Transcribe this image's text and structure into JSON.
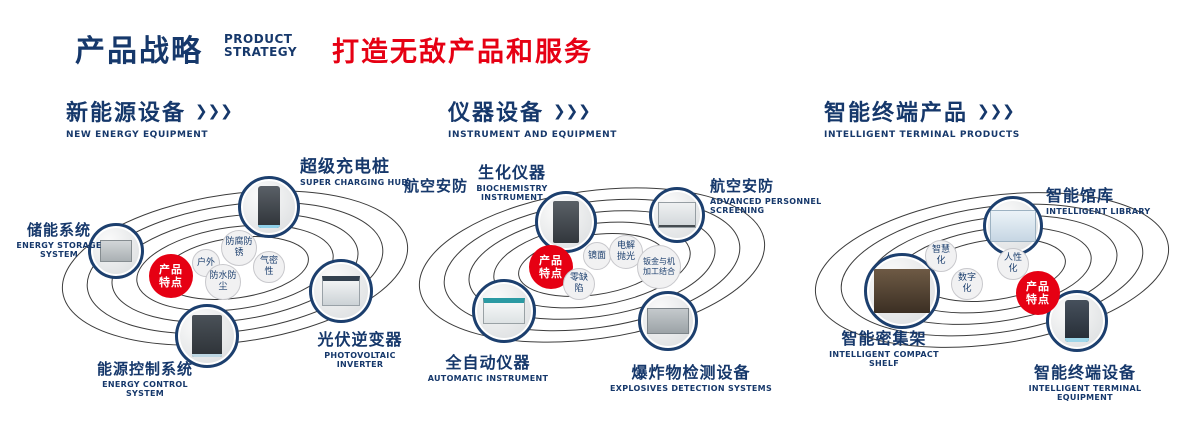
{
  "icons": {
    "chevrons": "❯❯❯"
  },
  "colors": {
    "navy": "#16386b",
    "red": "#e60013"
  },
  "header": {
    "title": "产品战略",
    "subtitle_line1": "PRODUCT",
    "subtitle_line2": "STRATEGY",
    "slogan": "打造无敌产品和服务"
  },
  "sections": [
    {
      "title": "新能源设备",
      "subtitle": "NEW ENERGY EQUIPMENT",
      "badge": {
        "line1": "产品",
        "line2": "特点"
      },
      "features": [
        "户外",
        "防腐防锈",
        "气密性",
        "防水防尘"
      ],
      "products": [
        {
          "name": "储能系统",
          "en": "ENERGY STORAGE SYSTEM"
        },
        {
          "name": "超级充电桩",
          "en": "SUPER CHARGING HUB"
        },
        {
          "name": "光伏逆变器",
          "en": "PHOTOVOLTAIC INVERTER"
        },
        {
          "name": "能源控制系统",
          "en": "ENERGY CONTROL SYSTEM"
        }
      ]
    },
    {
      "title": "仪器设备",
      "subtitle": "INSTRUMENT AND EQUIPMENT",
      "badge": {
        "line1": "产品",
        "line2": "特点"
      },
      "extra_label": "航空安防",
      "features": [
        "镜面",
        "电解抛光",
        "钣金与机加工结合",
        "零缺陷"
      ],
      "products": [
        {
          "name": "生化仪器",
          "en": "BIOCHEMISTRY INSTRUMENT"
        },
        {
          "name": "航空安防",
          "en": "ADVANCED PERSONNEL SCREENING"
        },
        {
          "name": "全自动仪器",
          "en": "AUTOMATIC INSTRUMENT"
        },
        {
          "name": "爆炸物检测设备",
          "en": "EXPLOSIVES DETECTION SYSTEMS"
        }
      ]
    },
    {
      "title": "智能终端产品",
      "subtitle": "INTELLIGENT TERMINAL PRODUCTS",
      "badge": {
        "line1": "产品",
        "line2": "特点"
      },
      "features": [
        "智慧化",
        "数字化",
        "人性化"
      ],
      "products": [
        {
          "name": "智能馆库",
          "en": "INTELLIGENT LIBRARY"
        },
        {
          "name": "智能密集架",
          "en": "INTELLIGENT COMPACT SHELF"
        },
        {
          "name": "智能终端设备",
          "en": "INTELLIGENT TERMINAL EQUIPMENT"
        }
      ]
    }
  ]
}
